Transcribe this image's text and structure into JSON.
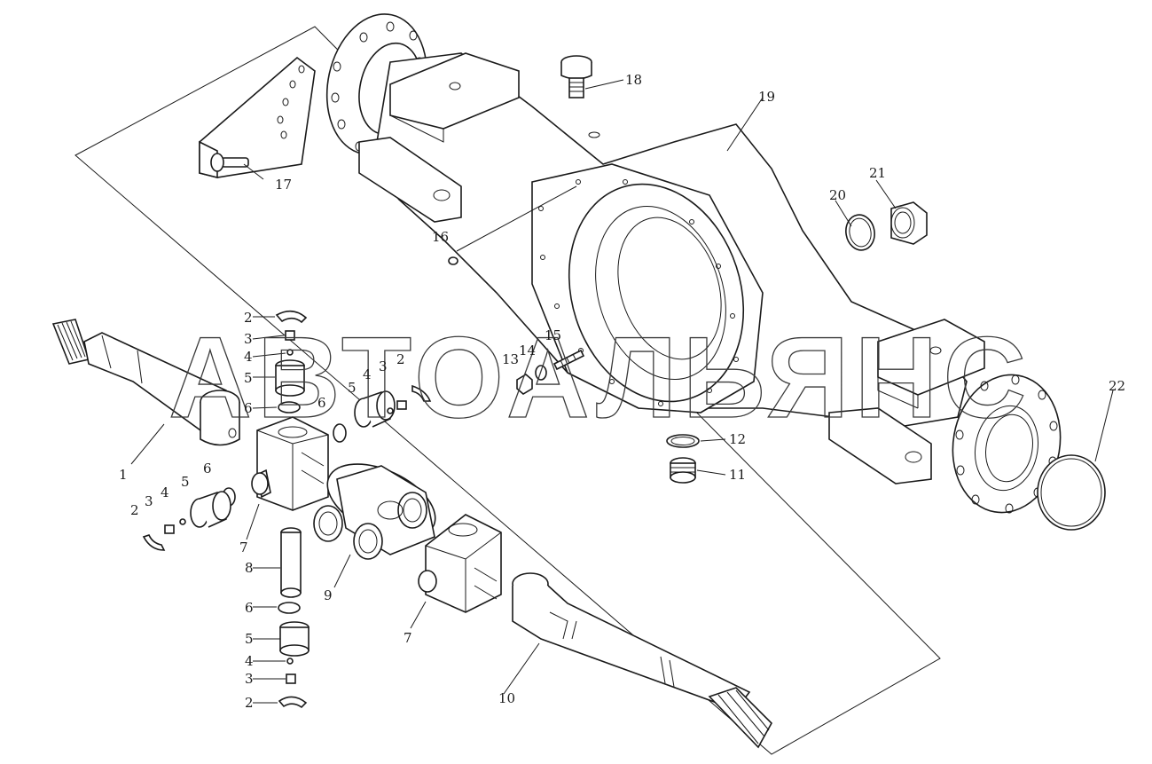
{
  "watermark": "АВТОАЛЬЯНС",
  "colors": {
    "line": "#1a1a1a",
    "background": "#ffffff",
    "watermark_stroke": "#3a3a3a"
  },
  "callouts": {
    "c1": "1",
    "c2a": "2",
    "c2b": "2",
    "c2c": "2",
    "c2d": "2",
    "c3a": "3",
    "c3b": "3",
    "c3c": "3",
    "c3d": "3",
    "c4a": "4",
    "c4b": "4",
    "c4c": "4",
    "c4d": "4",
    "c5a": "5",
    "c5b": "5",
    "c5c": "5",
    "c5d": "5",
    "c6a": "6",
    "c6b": "6",
    "c6c": "6",
    "c6d": "6",
    "c7a": "7",
    "c7b": "7",
    "c8": "8",
    "c9": "9",
    "c10": "10",
    "c11": "11",
    "c12": "12",
    "c13": "13",
    "c14": "14",
    "c15": "15",
    "c16": "16",
    "c17": "17",
    "c18": "18",
    "c19": "19",
    "c20": "20",
    "c21": "21",
    "c22": "22"
  }
}
